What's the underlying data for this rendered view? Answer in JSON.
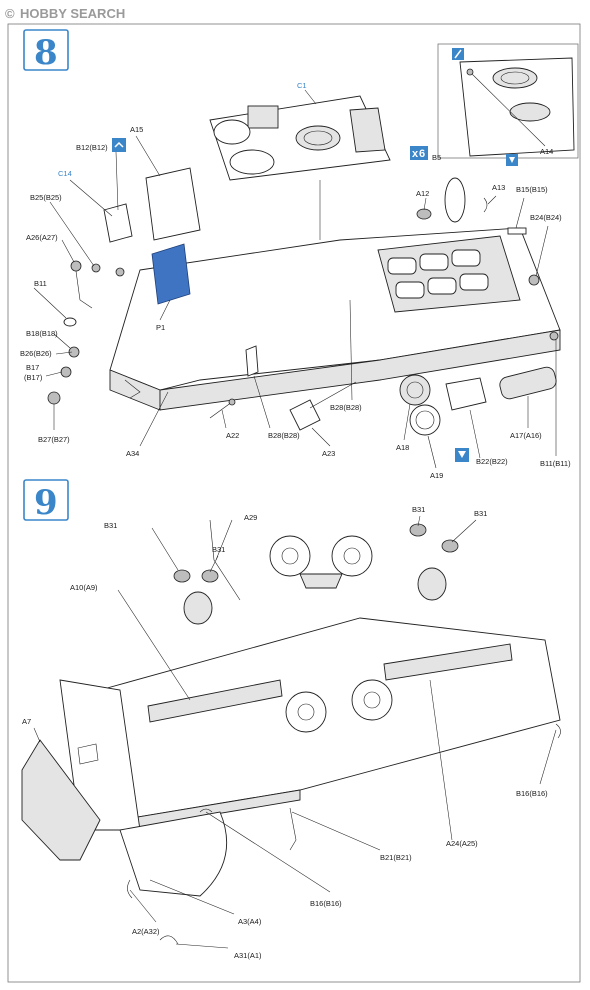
{
  "watermark": {
    "brand": "HOBBY SEARCH",
    "copyright": "©"
  },
  "step8": {
    "number": "8",
    "callouts": [
      "C1",
      "A15",
      "B12(B12)",
      "C14",
      "B25(B25)",
      "A26(A27)",
      "B11",
      "B18(B18)",
      "B26(B26)",
      "B17",
      "(B17)",
      "B27(B27)",
      "A34",
      "P1",
      "A22",
      "B28(B28)",
      "B28(B28)",
      "A23",
      "A18",
      "A19",
      "B22(B22)",
      "A17(A16)",
      "B11(B11)",
      "B5",
      "A12",
      "A13",
      "B15(B15)",
      "B24(B24)",
      "A14"
    ],
    "multiplier": "6",
    "inset_part": "A14"
  },
  "step9": {
    "number": "9",
    "callouts": [
      "B31",
      "A29",
      "B31",
      "B31",
      "B31",
      "A10(A9)",
      "A7",
      "B16(B16)",
      "B21(B21)",
      "A24(A25)",
      "B16(B16)",
      "A3(A4)",
      "A2(A32)",
      "A31(A1)"
    ]
  },
  "colors": {
    "accent": "#3a86c8",
    "glass": "#3f74c2"
  }
}
